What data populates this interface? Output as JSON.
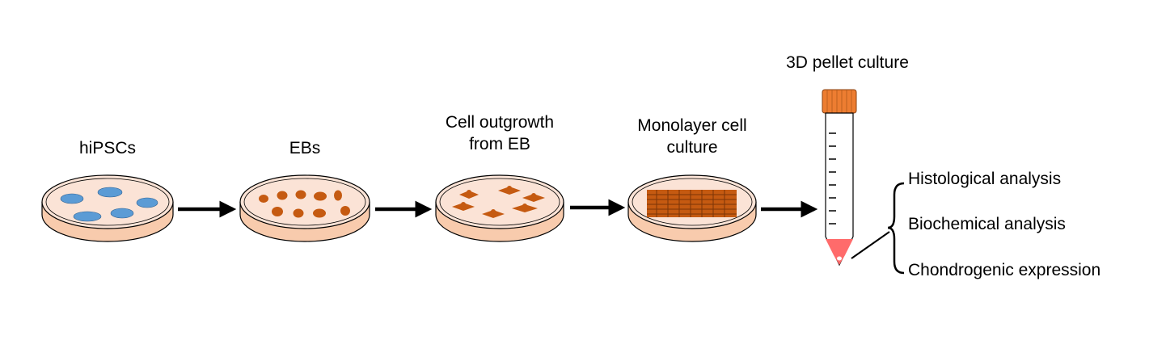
{
  "steps": [
    {
      "name": "hipscs",
      "lines": [
        "hiPSCs"
      ]
    },
    {
      "name": "ebs",
      "lines": [
        "EBs"
      ]
    },
    {
      "name": "outgrowth",
      "lines": [
        "Cell outgrowth",
        "from EB"
      ]
    },
    {
      "name": "monolayer",
      "lines": [
        "Monolayer cell",
        "culture"
      ]
    },
    {
      "name": "pellet",
      "lines": [
        "3D pellet culture"
      ]
    }
  ],
  "outputs": [
    "Histological analysis",
    "Biochemical analysis",
    "Chondrogenic expression"
  ],
  "colors": {
    "dish_fill": "#fbe3d6",
    "dish_base": "#f8cbad",
    "stem_cell": "#5b9bd5",
    "eb": "#c55a11",
    "tube_cap": "#ed7d31",
    "pellet": "#ff6b6b"
  }
}
